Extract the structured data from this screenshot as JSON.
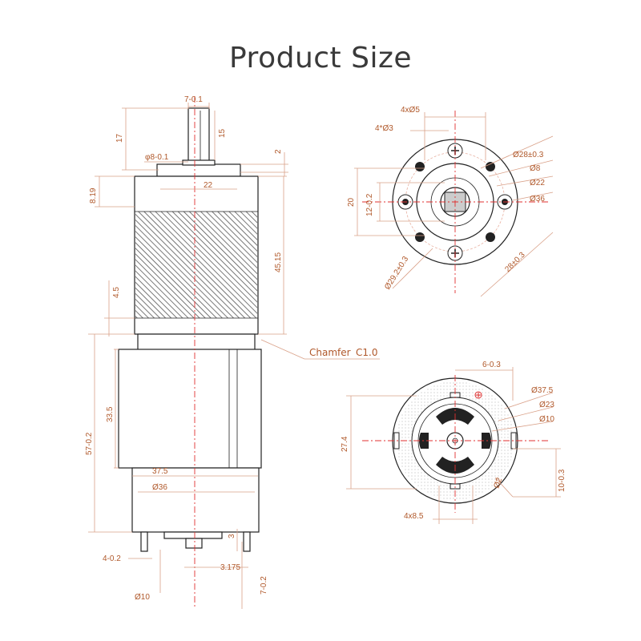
{
  "title": "Product Size",
  "side_view": {
    "dims": {
      "shaft_flat": "7-0.1",
      "shaft_len": "17",
      "flat_len": "15",
      "shaft_dia": "φ8-0.1",
      "boss_h": "2",
      "boss_dia": "22",
      "gear_top": "8.19",
      "gear_len": "45.15",
      "gap": "4.5",
      "motor_len": "33.5",
      "overall": "57-0.2",
      "can_dia": "37.5",
      "motor_dia": "Ø36",
      "term_h": "3",
      "term_w": "4-0.2",
      "term_thk": "3.175",
      "rear_boss": "7-0.2",
      "rear_dia": "Ø10"
    },
    "chamfer_label": "Chamfer",
    "chamfer_value": "C1.0"
  },
  "front_view": {
    "dims": {
      "holes": "4xØ5",
      "screws": "4*Ø3",
      "height20": "20",
      "width12": "12-0.2",
      "d28": "Ø28±0.3",
      "d8": "Ø8",
      "d22": "Ø22",
      "d36": "Ø36",
      "d29": "Ø29.2±0.3",
      "c28": "28±0.3"
    }
  },
  "rear_view": {
    "dims": {
      "slot": "6-0.3",
      "d375": "Ø37.5",
      "d23": "Ø23",
      "d10": "Ø10",
      "h274": "27.4",
      "d2": "Ø2",
      "off10": "10-0.3",
      "w85": "4x8.5"
    }
  },
  "colors": {
    "dimension": "#b0582a",
    "centerline": "#e03030",
    "outline": "#222222"
  }
}
